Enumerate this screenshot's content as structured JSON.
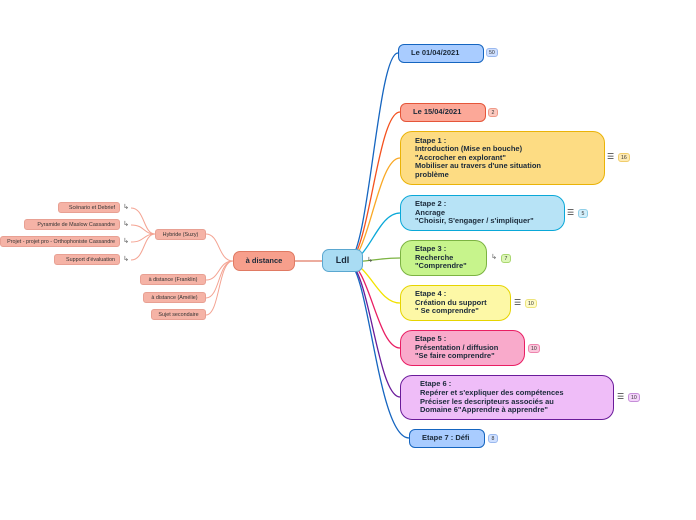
{
  "map": {
    "central": {
      "label": "LdI"
    },
    "left": {
      "main": {
        "label": "à distance"
      },
      "hybride": {
        "label": "Hybride (Suzy)",
        "children": [
          "Scénario et Debrief",
          "Pyramide de Maslow Cassandre",
          "Projet - projet pro - Orthophoniste Cassandre",
          "Support d'évaluation"
        ]
      },
      "others": [
        "à distance (Franklin)",
        "à distance (Amélie)",
        "Sujet secondaire"
      ]
    },
    "right": [
      {
        "label": "Le 01/04/2021",
        "badge": "50"
      },
      {
        "label": "Le 15/04/2021",
        "badge": "2"
      },
      {
        "label": "Etape 1 :\nIntroduction (Mise en bouche)\n\"Accrocher en explorant\"\nMobiliser au travers d'une situation\nproblème",
        "badge": "16"
      },
      {
        "label": "Etape 2 :\nAncrage\n\"Choisir, S'engager / s'impliquer\"",
        "badge": "5"
      },
      {
        "label": "Etape 3 :\nRecherche\n\"Comprendre\"",
        "badge": "7"
      },
      {
        "label": "Etape 4 :\nCréation du support\n\" Se comprendre\"",
        "badge": "10"
      },
      {
        "label": "Etape 5 :\nPrésentation / diffusion\n\"Se faire comprendre\"",
        "badge": "10"
      },
      {
        "label": "Etape 6 :\nRepérer et s'expliquer des compétences\nPréciser les descripteurs associés au\nDomaine 6\"Apprendre à apprendre\"",
        "badge": "10"
      },
      {
        "label": "Etape 7 : Défi",
        "badge": "8"
      }
    ]
  },
  "colors": {
    "central_fill": "#a9dcf3",
    "left_main_fill": "#f79f8c",
    "leaf_fill": "#f5b3a6",
    "branches": [
      "#1565c0",
      "#f4511e",
      "#f9a825",
      "#0aa8d8",
      "#7cb342",
      "#f2e200",
      "#e91e63",
      "#6a1b9a",
      "#1565c0"
    ],
    "fills": [
      "#a9ccff",
      "#fca898",
      "#fddc83",
      "#b7e3f6",
      "#c7f48c",
      "#fdf8a6",
      "#f9aacb",
      "#efbdf8",
      "#a9ccff"
    ]
  }
}
